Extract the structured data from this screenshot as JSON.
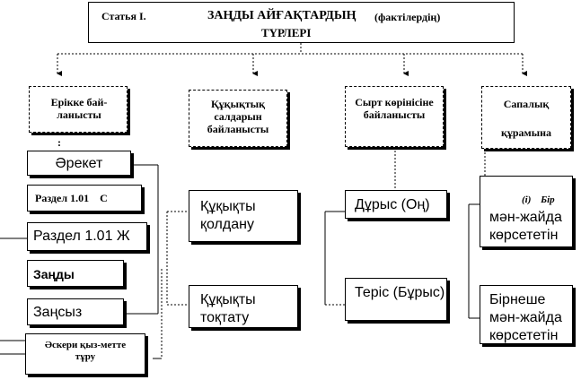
{
  "title": {
    "label": "Статья I.",
    "main": "ЗАҢДЫ АЙҒАҚТАРДЫҢ",
    "paren": "(фактілердің)",
    "line2": "ТҮРЛЕРІ"
  },
  "categories": {
    "erik": "Ерікке бай-ланысты",
    "erik_dots": ":",
    "quqyq": "Құқықтық салдарын байланысты",
    "syrt": "Сырт көрінісіне байланысты",
    "sapa_1": "Сапалық",
    "sapa_2": "құрамына"
  },
  "col1": {
    "areket": "Әрекет",
    "razdel_1": "Раздел 1.01    С",
    "razdel_2": "Раздел 1.01 Ж",
    "zandy": "Заңды",
    "zansyz": "Заңсыз",
    "askeri": "Әскери қыз-метте тұру"
  },
  "col2": {
    "koldanu": "Құқықты қолдану",
    "toktatu": "Құқықты тоқтату"
  },
  "col3": {
    "durys": "Дұрыс (Оң)",
    "teris": "Теріс (Бұрыс)"
  },
  "col4": {
    "bir_marker": "(i)",
    "bir_word": "Бір",
    "bir_rest": "мән-жайда көрсететін",
    "birneshe": "Бірнеше мән-жайда көрсететін"
  }
}
